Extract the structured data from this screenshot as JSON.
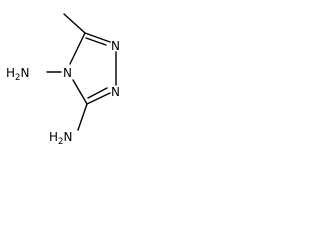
{
  "molecule": {
    "atoms": {
      "n4_amino_label": "H2N",
      "c3_amino_label": "H2N",
      "n4_label": "N",
      "n1_label": "N",
      "n2_label": "N"
    },
    "colors": {
      "bond": "#000000",
      "text": "#000000",
      "background": "#ffffff"
    }
  }
}
